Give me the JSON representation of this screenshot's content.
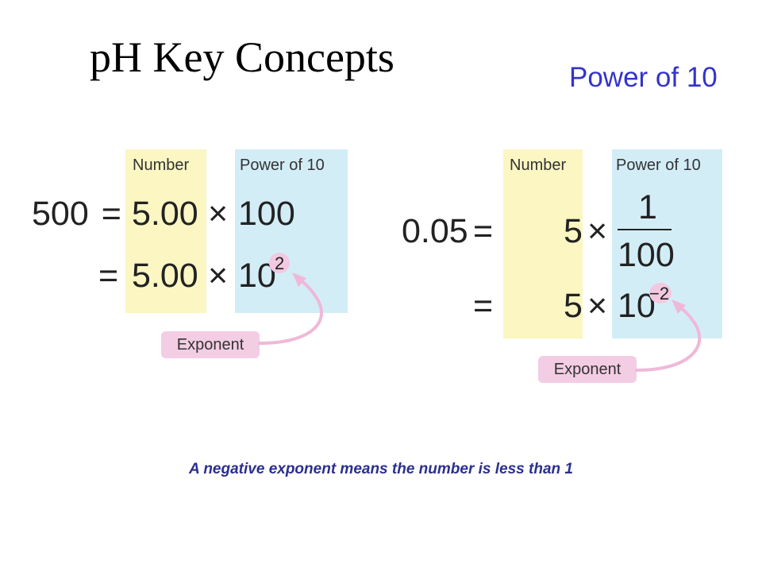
{
  "title": "pH Key Concepts",
  "subtitle": "Power of 10",
  "colors": {
    "subtitle": "#3333cc",
    "number_band": "#fbf6c2",
    "power_band": "#d3edf7",
    "exponent_pill": "#f3cde3",
    "caption": "#2b2f8f"
  },
  "left_example": {
    "number_header": "Number",
    "power_header": "Power of 10",
    "row1": {
      "lhs": "500",
      "equals": "=",
      "number": "5.00",
      "times": "×",
      "power": "100"
    },
    "row2": {
      "equals": "=",
      "number": "5.00",
      "times": "×",
      "base": "10",
      "exponent": "2"
    },
    "exponent_label": "Exponent"
  },
  "right_example": {
    "number_header": "Number",
    "power_header": "Power of 10",
    "row1": {
      "lhs": "0.05",
      "equals": "=",
      "number": "5",
      "times": "×",
      "numerator": "1",
      "denominator": "100"
    },
    "row2": {
      "equals": "=",
      "number": "5",
      "times": "×",
      "base": "10",
      "exponent": "−2"
    },
    "exponent_label": "Exponent"
  },
  "caption": "A negative exponent means the number is less than 1",
  "icons": {
    "left_arrow": "curved-arrow-icon",
    "right_arrow": "curved-arrow-icon"
  }
}
